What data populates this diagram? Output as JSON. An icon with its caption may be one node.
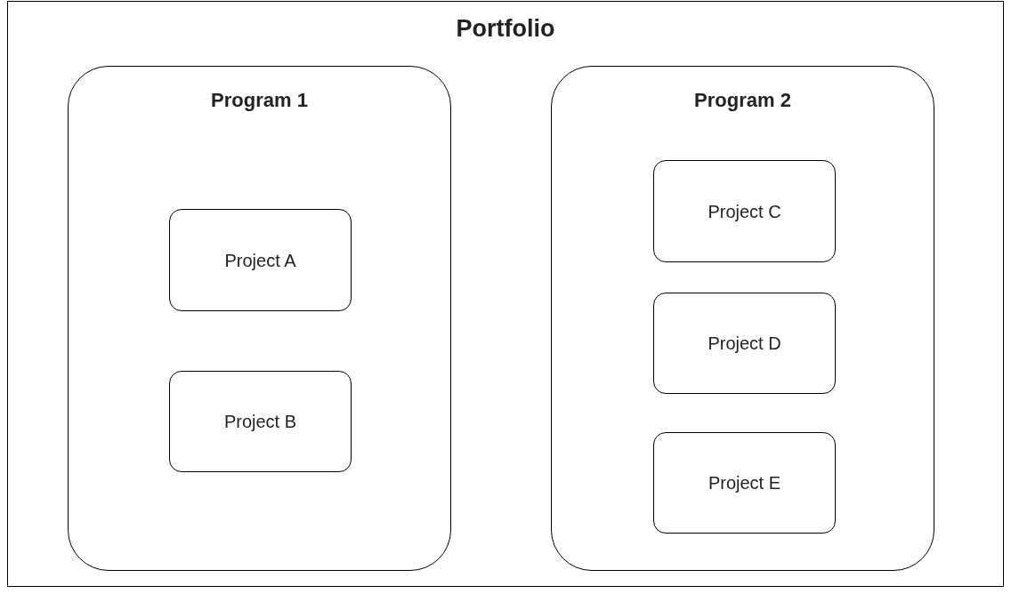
{
  "diagram": {
    "nodes": [
      {
        "text": [
          "Portfolio"
        ]
      },
      {
        "text": [
          "Program 1"
        ],
        "in": 0
      },
      {
        "text": [
          "Project A"
        ],
        "in": 1
      },
      {
        "text": [
          "Project B"
        ],
        "in": 1
      },
      {
        "text": [
          "Program 2"
        ],
        "in": 0
      },
      {
        "text": [
          "Project C"
        ],
        "in": 4
      },
      {
        "text": [
          "Project D"
        ],
        "in": 4
      },
      {
        "text": [
          "Project E"
        ],
        "in": 4
      }
    ]
  }
}
